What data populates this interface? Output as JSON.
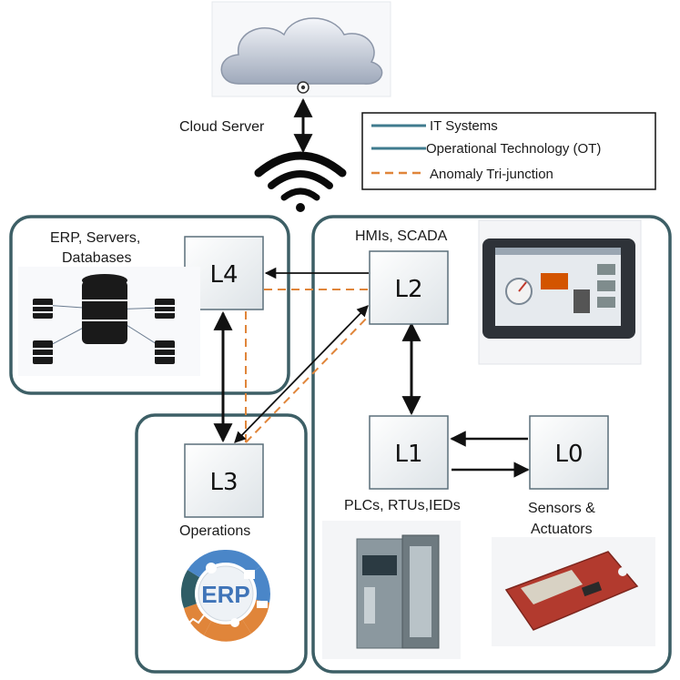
{
  "cloud": {
    "label": "Cloud Server"
  },
  "legend": {
    "items": [
      {
        "label": "IT Systems",
        "style": "solid",
        "color": "#3f7b8e"
      },
      {
        "label": "Operational Technology (OT)",
        "style": "solid",
        "color": "#3f7b8e"
      },
      {
        "label": "Anomaly Tri-junction",
        "style": "dashed",
        "color": "#e0853a"
      }
    ]
  },
  "nodes": {
    "l4": {
      "name": "L4",
      "caption_line1": "ERP, Servers,",
      "caption_line2": "Databases"
    },
    "l3": {
      "name": "L3",
      "caption": "Operations"
    },
    "l2": {
      "name": "L2",
      "caption": "HMIs, SCADA"
    },
    "l1": {
      "name": "L1",
      "caption": "PLCs, RTUs,IEDs"
    },
    "l0": {
      "name": "L0",
      "caption_line1": "Sensors &",
      "caption_line2": "Actuators"
    }
  },
  "erp_wheel": {
    "center_label": "ERP"
  },
  "colors": {
    "zone_border": "#3d5f66",
    "arrow": "#111111",
    "anomaly": "#e0853a",
    "erp_blue": "#4a86c8",
    "erp_orange": "#e0853a",
    "erp_teal": "#2f5d66"
  }
}
